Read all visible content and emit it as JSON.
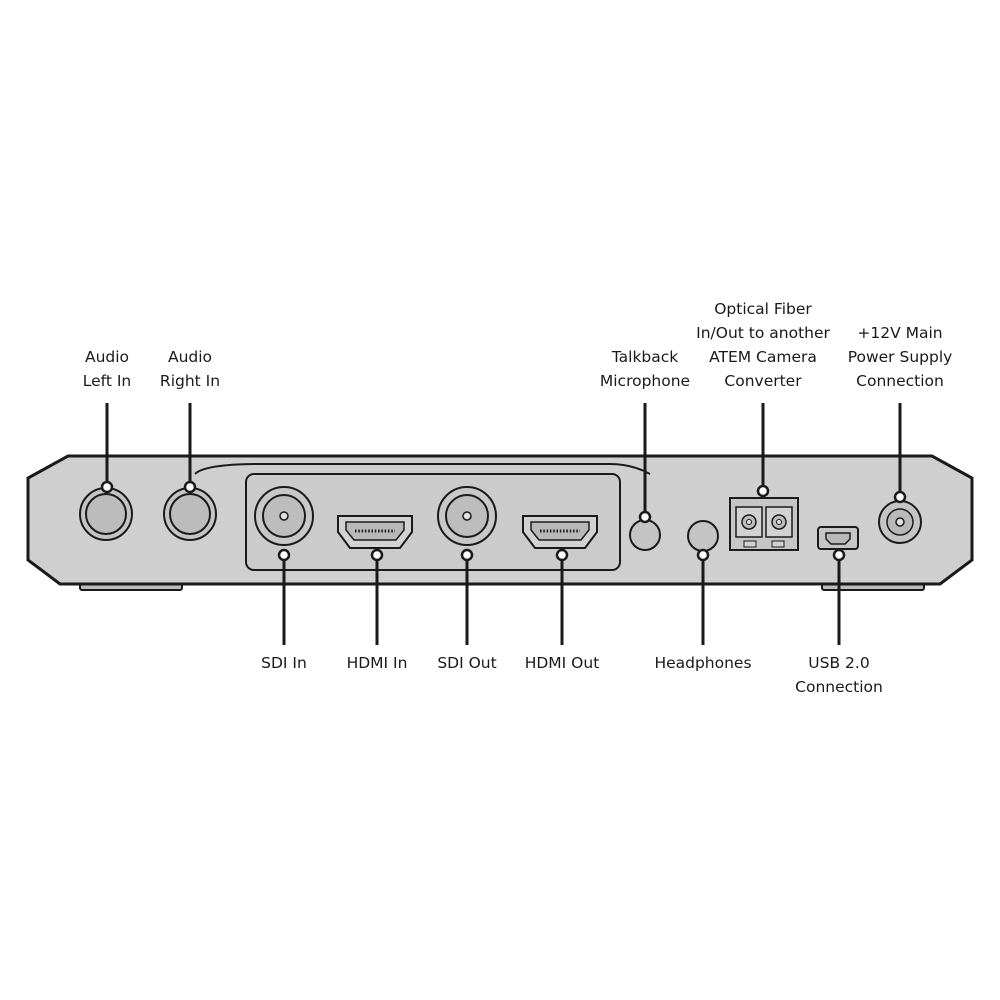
{
  "diagram": {
    "callouts_top": [
      {
        "id": "audio-left-in",
        "lines": [
          "Audio",
          "Left In"
        ]
      },
      {
        "id": "audio-right-in",
        "lines": [
          "Audio",
          "Right In"
        ]
      },
      {
        "id": "talkback-microphone",
        "lines": [
          "Talkback",
          "Microphone"
        ]
      },
      {
        "id": "optical-fiber",
        "lines": [
          "Optical Fiber",
          "In/Out to another",
          "ATEM Camera",
          "Converter"
        ]
      },
      {
        "id": "power-supply",
        "lines": [
          "+12V Main",
          "Power Supply",
          "Connection"
        ]
      }
    ],
    "callouts_bottom": [
      {
        "id": "sdi-in",
        "lines": [
          "SDI In"
        ]
      },
      {
        "id": "hdmi-in",
        "lines": [
          "HDMI In"
        ]
      },
      {
        "id": "sdi-out",
        "lines": [
          "SDI Out"
        ]
      },
      {
        "id": "hdmi-out",
        "lines": [
          "HDMI Out"
        ]
      },
      {
        "id": "headphones",
        "lines": [
          "Headphones"
        ]
      },
      {
        "id": "usb",
        "lines": [
          "USB 2.0",
          "Connection"
        ]
      }
    ]
  }
}
